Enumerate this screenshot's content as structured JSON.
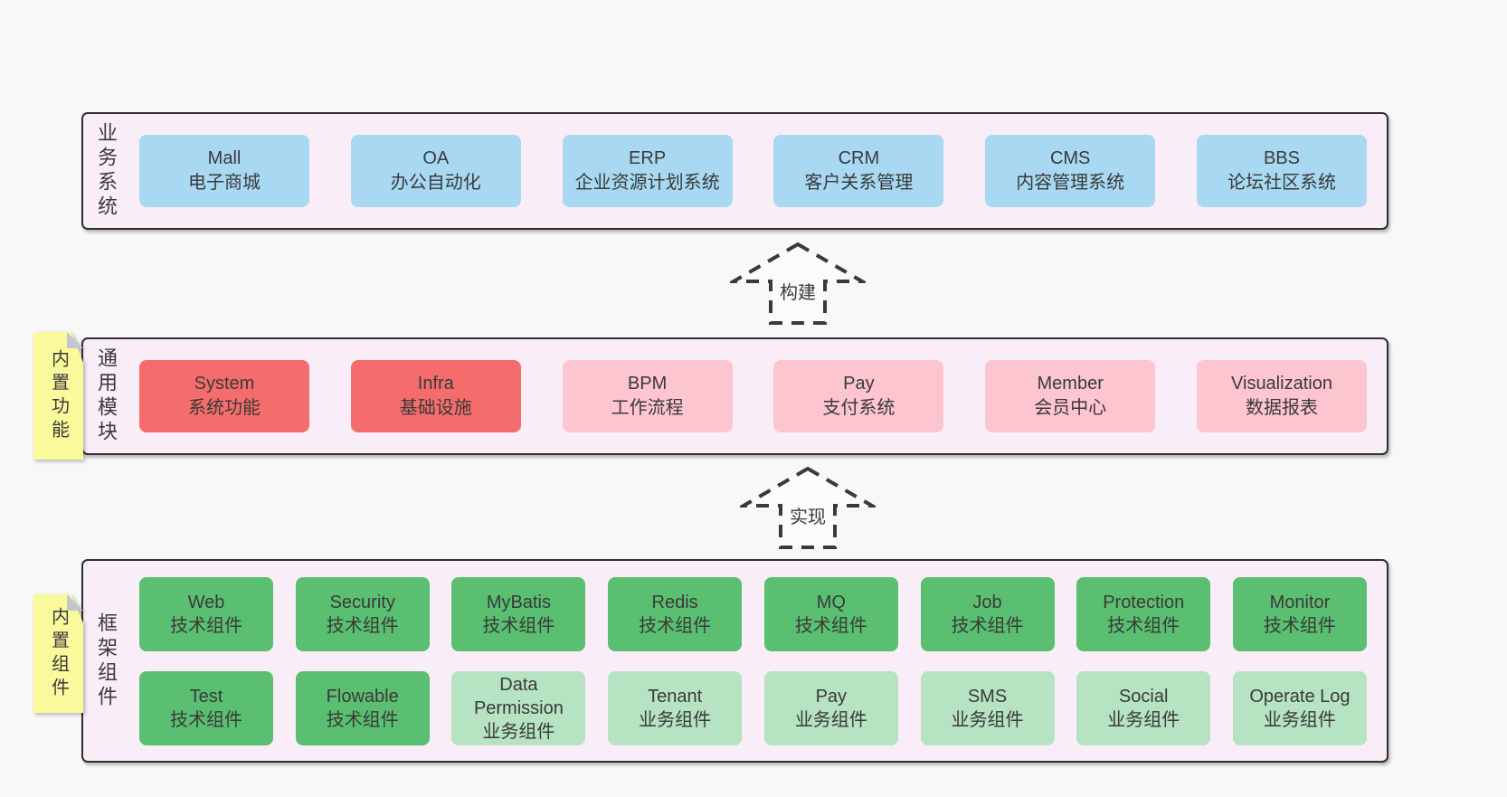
{
  "colors": {
    "pageBg": "#f8f8f8",
    "layerBg": "#f9eef7",
    "border": "#2f2f2f",
    "text": "#3a3a3a",
    "blue": "#a8d8f2",
    "red": "#f56c6c",
    "pink": "#fcc5cf",
    "green": "#5abf70",
    "lightGreen": "#b6e3c1",
    "yellow": "#fafa9d",
    "fold": "#c2c6cb"
  },
  "arrows": [
    {
      "label": "构建"
    },
    {
      "label": "实现"
    }
  ],
  "layers": [
    {
      "label": "业务系统",
      "rows": [
        [
          {
            "name": "Mall",
            "subtitle": "电子商城"
          },
          {
            "name": "OA",
            "subtitle": "办公自动化"
          },
          {
            "name": "ERP",
            "subtitle": "企业资源计划系统"
          },
          {
            "name": "CRM",
            "subtitle": "客户关系管理"
          },
          {
            "name": "CMS",
            "subtitle": "内容管理系统"
          },
          {
            "name": "BBS",
            "subtitle": "论坛社区系统"
          }
        ]
      ]
    },
    {
      "label": "通用模块",
      "sticky": "内置功能",
      "rows": [
        [
          {
            "name": "System",
            "subtitle": "系统功能"
          },
          {
            "name": "Infra",
            "subtitle": "基础设施"
          },
          {
            "name": "BPM",
            "subtitle": "工作流程"
          },
          {
            "name": "Pay",
            "subtitle": "支付系统"
          },
          {
            "name": "Member",
            "subtitle": "会员中心"
          },
          {
            "name": "Visualization",
            "subtitle": "数据报表"
          }
        ]
      ]
    },
    {
      "label": "框架组件",
      "sticky": "内置组件",
      "rows": [
        [
          {
            "name": "Web",
            "subtitle": "技术组件"
          },
          {
            "name": "Security",
            "subtitle": "技术组件"
          },
          {
            "name": "MyBatis",
            "subtitle": "技术组件"
          },
          {
            "name": "Redis",
            "subtitle": "技术组件"
          },
          {
            "name": "MQ",
            "subtitle": "技术组件"
          },
          {
            "name": "Job",
            "subtitle": "技术组件"
          },
          {
            "name": "Protection",
            "subtitle": "技术组件"
          },
          {
            "name": "Monitor",
            "subtitle": "技术组件"
          }
        ],
        [
          {
            "name": "Test",
            "subtitle": "技术组件"
          },
          {
            "name": "Flowable",
            "subtitle": "技术组件"
          },
          {
            "name": "Data Permission",
            "subtitle": "业务组件"
          },
          {
            "name": "Tenant",
            "subtitle": "业务组件"
          },
          {
            "name": "Pay",
            "subtitle": "业务组件"
          },
          {
            "name": "SMS",
            "subtitle": "业务组件"
          },
          {
            "name": "Social",
            "subtitle": "业务组件"
          },
          {
            "name": "Operate Log",
            "subtitle": "业务组件"
          }
        ]
      ]
    }
  ]
}
